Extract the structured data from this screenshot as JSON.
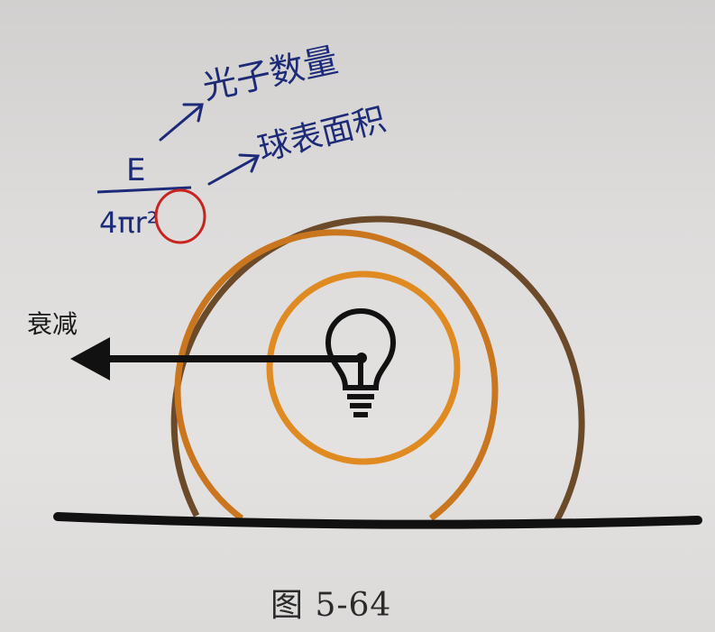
{
  "colors": {
    "outer_ring": "#6b4a2a",
    "middle_ring": "#c9761f",
    "inner_ring": "#e08a22",
    "ink_blue": "#1c2a78",
    "ink_red": "#c8241f",
    "line_black": "#111111"
  },
  "annotations": {
    "numerator": "E",
    "denominator": "4πr²",
    "photon_label": "光子数量",
    "sphere_label": "球表面积"
  },
  "attenuation_label": "衰减",
  "caption": "图 5-64",
  "icons": {
    "bulb": "light-bulb-icon",
    "arrow": "arrow-left-icon"
  }
}
